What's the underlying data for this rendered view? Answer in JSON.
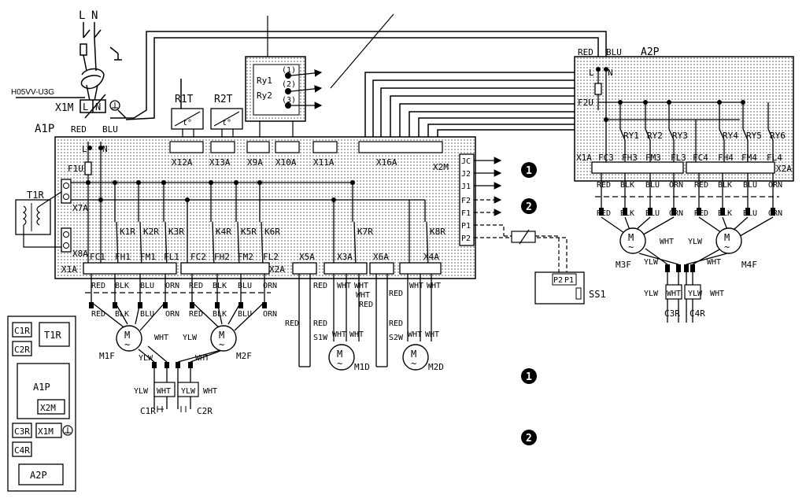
{
  "power": {
    "l": "L",
    "n": "N",
    "cable": "H05VV-U3G",
    "terminal": "X1M",
    "tl": "L",
    "tn": "N"
  },
  "a1p": {
    "name": "A1P",
    "wire_red": "RED",
    "wire_blu": "BLU",
    "l": "L",
    "n": "N",
    "fuse": "F1U",
    "transformer": "T1R",
    "x7a": "X7A",
    "x8a": "X8A",
    "x1a": "X1A",
    "x2a": "X2A",
    "x5a": "X5A",
    "x3a": "X3A",
    "x6a": "X6A",
    "x4a": "X4A",
    "top_connectors": [
      "X12A",
      "X13A",
      "X9A",
      "X10A",
      "X11A",
      "X16A"
    ],
    "x2m": "X2M",
    "x2m_terminals": [
      "JC",
      "J2",
      "J1",
      "F2",
      "F1",
      "P1",
      "P2"
    ],
    "x1a_terms": [
      "FC1",
      "FH1",
      "FM1",
      "FL1"
    ],
    "x2a_terms": [
      "FC2",
      "FH2",
      "FM2",
      "FL2"
    ],
    "relays": [
      "K1R",
      "K2R",
      "K3R",
      "K4R",
      "K5R",
      "K6R",
      "K7R",
      "K8R"
    ]
  },
  "sensors": {
    "r1t": "R1T",
    "r2t": "R2T",
    "t1": "t°",
    "t2": "t°"
  },
  "relay_box": {
    "ry1": "Ry1",
    "ry2": "Ry2",
    "c1": "(1)",
    "c2": "(2)",
    "c3": "(3)"
  },
  "wires": {
    "red": "RED",
    "blk": "BLK",
    "blu": "BLU",
    "orn": "ORN",
    "wht": "WHT",
    "ylw": "YLW"
  },
  "motors": {
    "m1f": "M1F",
    "m2f": "M2F",
    "m1d": "M1D",
    "m2d": "M2D",
    "m3f": "M3F",
    "m4f": "M4F",
    "m": "M",
    "ac": "~"
  },
  "caps": {
    "c1r": "C1R",
    "c2r": "C2R",
    "c3r": "C3R",
    "c4r": "C4R"
  },
  "switches": {
    "s1w": "S1W",
    "s2w": "S2W"
  },
  "ss1": {
    "name": "SS1",
    "p2": "P2",
    "p1": "P1"
  },
  "a2p": {
    "name": "A2P",
    "wire_red": "RED",
    "wire_blu": "BLU",
    "l": "L",
    "n": "N",
    "fuse": "F2U",
    "relays": [
      "RY1",
      "RY2",
      "RY3",
      "RY4",
      "RY5",
      "RY6"
    ],
    "x1a": "X1A",
    "x2a": "X2A",
    "x1a_terms": [
      "FC3",
      "FH3",
      "FM3",
      "FL3"
    ],
    "x2a_terms": [
      "FC4",
      "FH4",
      "FM4",
      "FL4"
    ]
  },
  "callouts": [
    "1",
    "2",
    "1",
    "2"
  ],
  "legend": {
    "c1r": "C1R",
    "t1r": "T1R",
    "c2r": "C2R",
    "a1p": "A1P",
    "x2m": "X2M",
    "c3r": "C3R",
    "x1m": "X1M",
    "c4r": "C4R",
    "a2p": "A2P"
  }
}
